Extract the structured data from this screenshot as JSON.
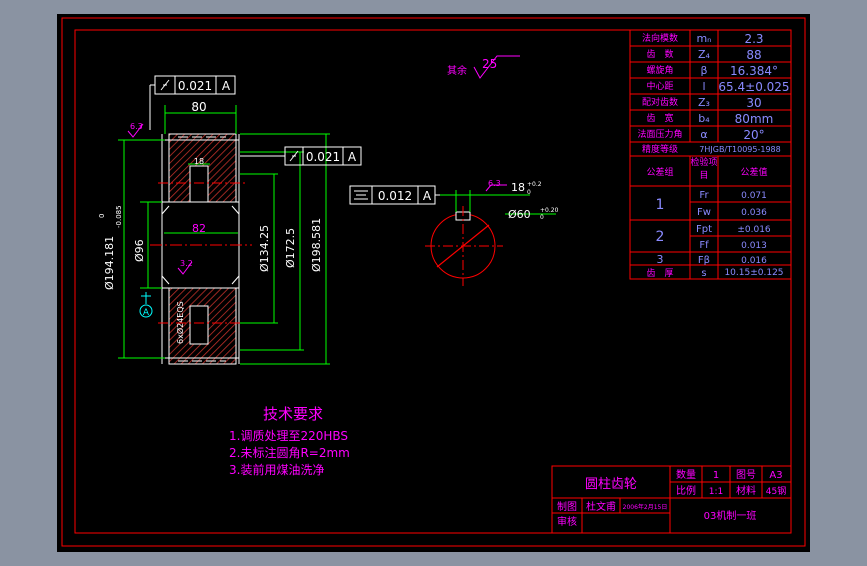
{
  "colors": {
    "window": "#8a93a2",
    "canvas": "#000000",
    "frame": "#ff0000",
    "text": "#ff00ff",
    "value": "#8a8aff",
    "white": "#ffffff",
    "green": "#00ff00",
    "cyan": "#00ffff",
    "yellow": "#ffff00",
    "hatch": "#c0302a"
  },
  "params": {
    "rows": [
      {
        "label": "法向模数",
        "sym": "mₙ",
        "val": "2.3"
      },
      {
        "label": "齿　数",
        "sym": "Z₄",
        "val": "88"
      },
      {
        "label": "螺旋角",
        "sym": "β",
        "val": "16.384°"
      },
      {
        "label": "中心距",
        "sym": "l",
        "val": "65.4±0.025"
      },
      {
        "label": "配对齿数",
        "sym": "Z₃",
        "val": "30"
      },
      {
        "label": "齿　宽",
        "sym": "b₄",
        "val": "80mm"
      },
      {
        "label": "法面压力角",
        "sym": "α",
        "val": "20°"
      }
    ],
    "accuracy_label": "精度等级",
    "accuracy_val": "7HJGB/T10095-1988",
    "hdr_group": "公差组",
    "hdr_item": "检验项目",
    "hdr_value": "公差值",
    "groups": [
      {
        "no": "1",
        "items": [
          {
            "sym": "Fr",
            "val": "0.071"
          },
          {
            "sym": "Fw",
            "val": "0.036"
          }
        ]
      },
      {
        "no": "2",
        "items": [
          {
            "sym": "Fpt",
            "val": "±0.016"
          },
          {
            "sym": "Ff",
            "val": "0.013"
          }
        ]
      },
      {
        "no": "3",
        "items": [
          {
            "sym": "Fβ",
            "val": "0.016"
          }
        ]
      }
    ],
    "thick_label": "齿　厚",
    "thick_sym": "s",
    "thick_val": "10.15±0.125"
  },
  "drawing": {
    "tol1": "0.021",
    "tol1_ref": "A",
    "tol2": "0.021",
    "tol2_ref": "A",
    "tol3": "0.012",
    "tol3_ref": "A",
    "roughness_other_label": "其余",
    "roughness_other": "25",
    "dim_80": "80",
    "dim_18": "18",
    "dim_82": "82",
    "dim_d96": "Ø96",
    "dim_d194_main": "Ø194.181",
    "dim_d194_up": "0",
    "dim_d194_low": "-0.085",
    "dim_d134": "Ø134.25",
    "dim_d172": "Ø172.5",
    "dim_d198": "Ø198.581",
    "dim_holes": "6xØ24EQS",
    "rough_6_3_left": "6.3",
    "rough_3_2": "3.2",
    "rough_6_3_key": "6.3",
    "key_dim": "18",
    "key_tol_up": "+0.2",
    "key_tol_low": "0",
    "bore_dim": "Ø60",
    "bore_tol_up": "+0.20",
    "bore_tol_low": "0",
    "datum": "A"
  },
  "notes": {
    "title": "技术要求",
    "items": [
      "1.调质处理至220HBS",
      "2.未标注圆角R=2mm",
      "3.装前用煤油洗净"
    ]
  },
  "titleblock": {
    "part_name": "圆柱齿轮",
    "qty_label": "数量",
    "qty_val": "1",
    "drawing_no_label": "图号",
    "drawing_no_val": "A3",
    "scale_label": "比例",
    "scale_val": "1:1",
    "material_label": "材料",
    "material_val": "45钢",
    "drafter_label": "制图",
    "drafter_val": "杜文甫",
    "date_val": "2006年2月15日",
    "checker_label": "审核",
    "class_val": "03机制一班"
  }
}
